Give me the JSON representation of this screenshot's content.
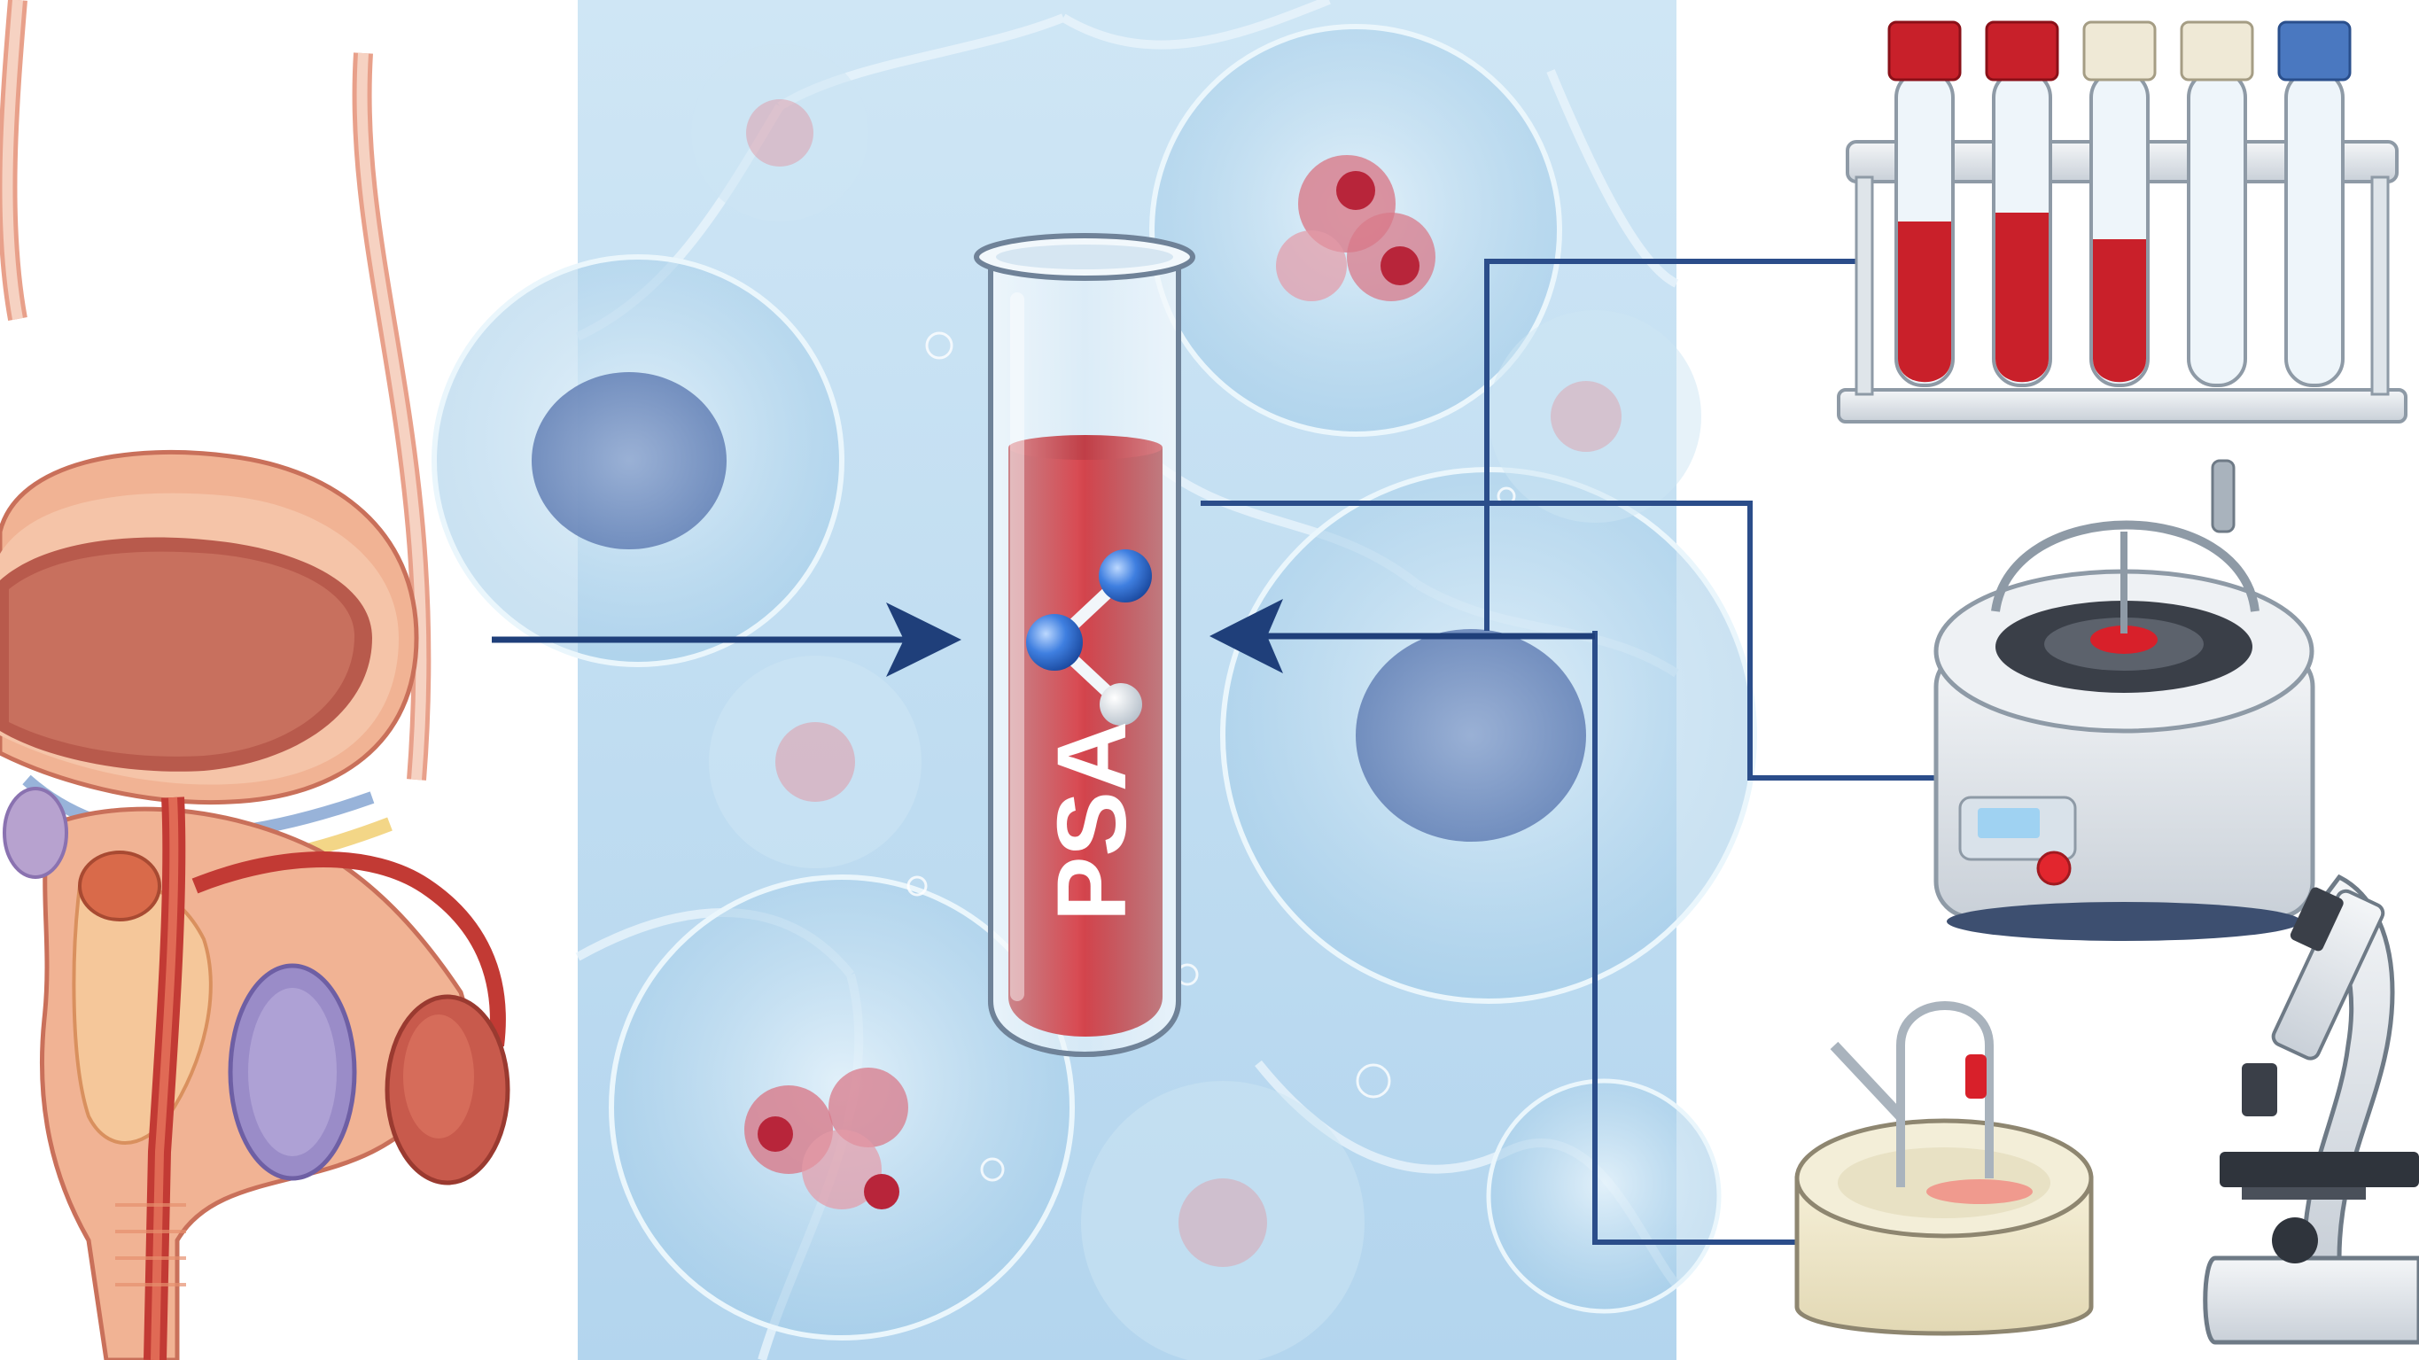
{
  "diagram": {
    "tube_label": "PSA",
    "panels": {
      "left": "prostate-anatomy",
      "center": "cells-background-with-psa-tube",
      "right": "lab-equipment"
    },
    "colors": {
      "arrow": "#1f3f7a",
      "blood": "#c0202a",
      "center_bg": "#bfdcf0",
      "anatomy_skin": "#f2b89c",
      "anatomy_red": "#c24a3c"
    },
    "icons": [
      "prostate-anatomy-illustration",
      "test-tube-icon",
      "psa-molecule-icon",
      "tube-rack-icon",
      "centrifuge-icon",
      "water-bath-icon",
      "microscope-icon"
    ]
  }
}
